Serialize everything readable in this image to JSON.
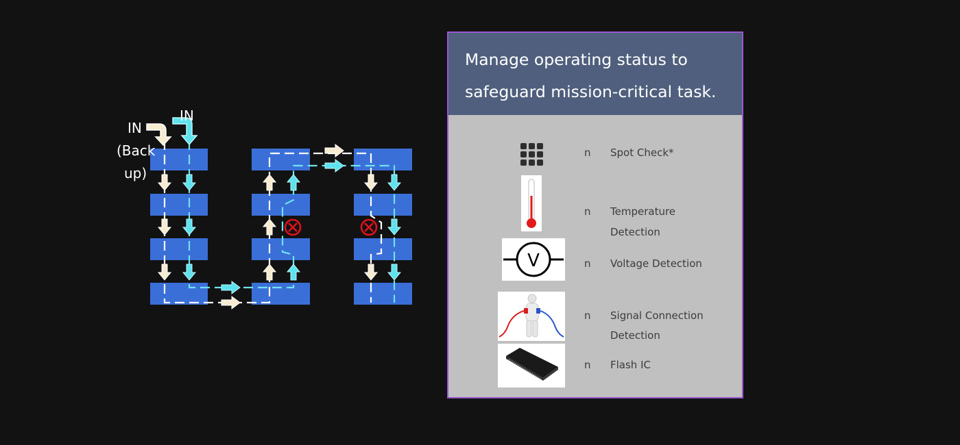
{
  "diagram": {
    "labels": {
      "in_backup_line1": "IN",
      "in_backup_line2": "(Back",
      "in_backup_line3": "up)",
      "in_primary": "IN"
    },
    "colors": {
      "block": "#3b6fd8",
      "backup_path": "#ffffff",
      "primary_path": "#6fe3ee",
      "fault_marker": "#e0121c"
    },
    "icons": [
      "fault-marker-icon",
      "fault-marker-icon"
    ]
  },
  "panel": {
    "title_line1": "Manage operating status to",
    "title_line2": "safeguard mission-critical task.",
    "border_color": "#9b57d3",
    "header_color": "#4f5f7d",
    "features": [
      {
        "bullet": "n",
        "label_line1": "Spot Check*",
        "label_line2": "",
        "icon": "keypad-grid-icon"
      },
      {
        "bullet": "n",
        "label_line1": "Temperature",
        "label_line2": "Detection",
        "icon": "thermometer-icon"
      },
      {
        "bullet": "n",
        "label_line1": "Voltage Detection",
        "label_line2": "",
        "icon": "voltmeter-icon"
      },
      {
        "bullet": "n",
        "label_line1": "Signal Connection",
        "label_line2": "Detection",
        "icon": "signal-connection-figure-icon"
      },
      {
        "bullet": "n",
        "label_line1": "Flash IC",
        "label_line2": "",
        "icon": "flash-ic-chip-icon"
      }
    ]
  }
}
